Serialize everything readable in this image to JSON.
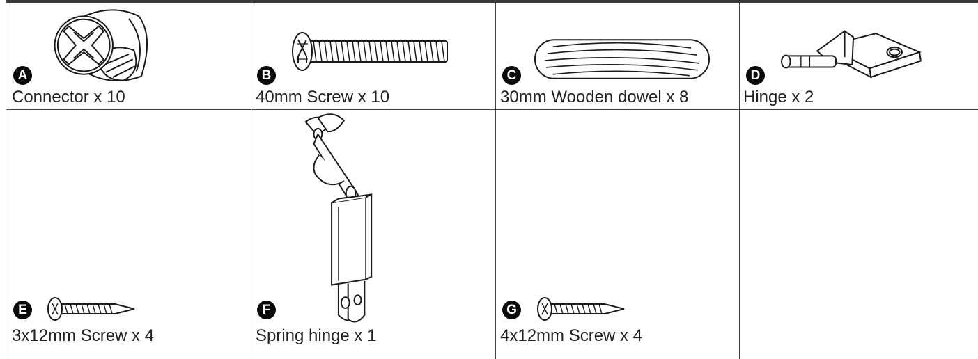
{
  "parts": [
    {
      "letter": "A",
      "label": "Connector x 10",
      "icon": "cam-connector-icon"
    },
    {
      "letter": "B",
      "label": "40mm Screw x 10",
      "icon": "screw-40mm-icon"
    },
    {
      "letter": "C",
      "label": "30mm Wooden dowel x 8",
      "icon": "wooden-dowel-icon"
    },
    {
      "letter": "D",
      "label": "Hinge x 2",
      "icon": "hinge-icon"
    },
    {
      "letter": "E",
      "label": "3x12mm Screw x 4",
      "icon": "small-screw-icon"
    },
    {
      "letter": "F",
      "label": "Spring hinge x 1",
      "icon": "spring-hinge-icon"
    },
    {
      "letter": "G",
      "label": "4x12mm Screw x 4",
      "icon": "small-screw-icon"
    }
  ],
  "colors": {
    "ink": "#1a1a1a",
    "badge": "#0a0a0a",
    "rule": "#3a3a3a"
  }
}
